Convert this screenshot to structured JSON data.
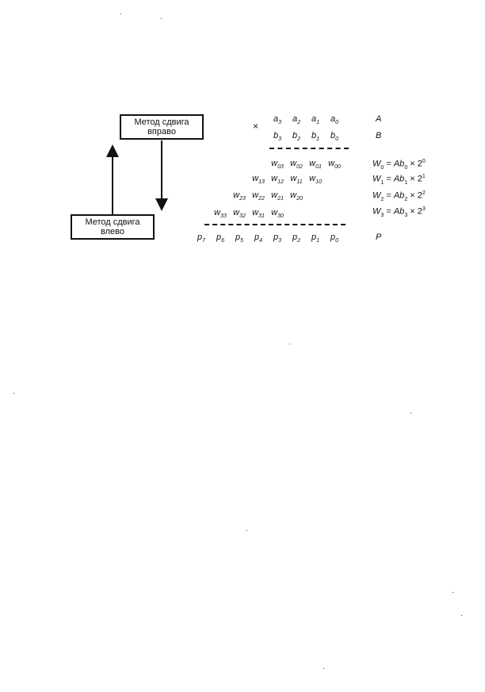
{
  "boxes": {
    "shift_right": "Метод сдвига вправо",
    "shift_left": "Метод сдвига влево"
  },
  "operator": "×",
  "labels": {
    "A": "A",
    "B": "B",
    "P": "P"
  },
  "rows": {
    "a": [
      {
        "v": "a",
        "s": "3"
      },
      {
        "v": "a",
        "s": "2"
      },
      {
        "v": "a",
        "s": "1"
      },
      {
        "v": "a",
        "s": "0"
      }
    ],
    "b": [
      {
        "v": "b",
        "s": "3"
      },
      {
        "v": "b",
        "s": "2"
      },
      {
        "v": "b",
        "s": "1"
      },
      {
        "v": "b",
        "s": "0"
      }
    ],
    "w0": [
      {
        "v": "w",
        "s": "03"
      },
      {
        "v": "w",
        "s": "02"
      },
      {
        "v": "w",
        "s": "01"
      },
      {
        "v": "w",
        "s": "00"
      }
    ],
    "w1": [
      {
        "v": "w",
        "s": "13"
      },
      {
        "v": "w",
        "s": "12"
      },
      {
        "v": "w",
        "s": "11"
      },
      {
        "v": "w",
        "s": "10"
      }
    ],
    "w2": [
      {
        "v": "w",
        "s": "23"
      },
      {
        "v": "w",
        "s": "22"
      },
      {
        "v": "w",
        "s": "21"
      },
      {
        "v": "w",
        "s": "20"
      }
    ],
    "w3": [
      {
        "v": "w",
        "s": "33"
      },
      {
        "v": "w",
        "s": "32"
      },
      {
        "v": "w",
        "s": "31"
      },
      {
        "v": "w",
        "s": "30"
      }
    ],
    "p": [
      {
        "v": "p",
        "s": "7"
      },
      {
        "v": "p",
        "s": "6"
      },
      {
        "v": "p",
        "s": "5"
      },
      {
        "v": "p",
        "s": "4"
      },
      {
        "v": "p",
        "s": "3"
      },
      {
        "v": "p",
        "s": "2"
      },
      {
        "v": "p",
        "s": "1"
      },
      {
        "v": "p",
        "s": "0"
      }
    ]
  },
  "formulas": [
    {
      "w": "W",
      "ws": "0",
      "eq": " = ",
      "ab": "Ab",
      "abs": "0",
      "x": " × 2",
      "exp": "0"
    },
    {
      "w": "W",
      "ws": "1",
      "eq": " = ",
      "ab": "Ab",
      "abs": "1",
      "x": " × 2",
      "exp": "1"
    },
    {
      "w": "W",
      "ws": "2",
      "eq": " = ",
      "ab": "Ab",
      "abs": "2",
      "x": " × 2",
      "exp": "2"
    },
    {
      "w": "W",
      "ws": "3",
      "eq": " = ",
      "ab": "Ab",
      "abs": "3",
      "x": " × 2",
      "exp": "3"
    }
  ]
}
